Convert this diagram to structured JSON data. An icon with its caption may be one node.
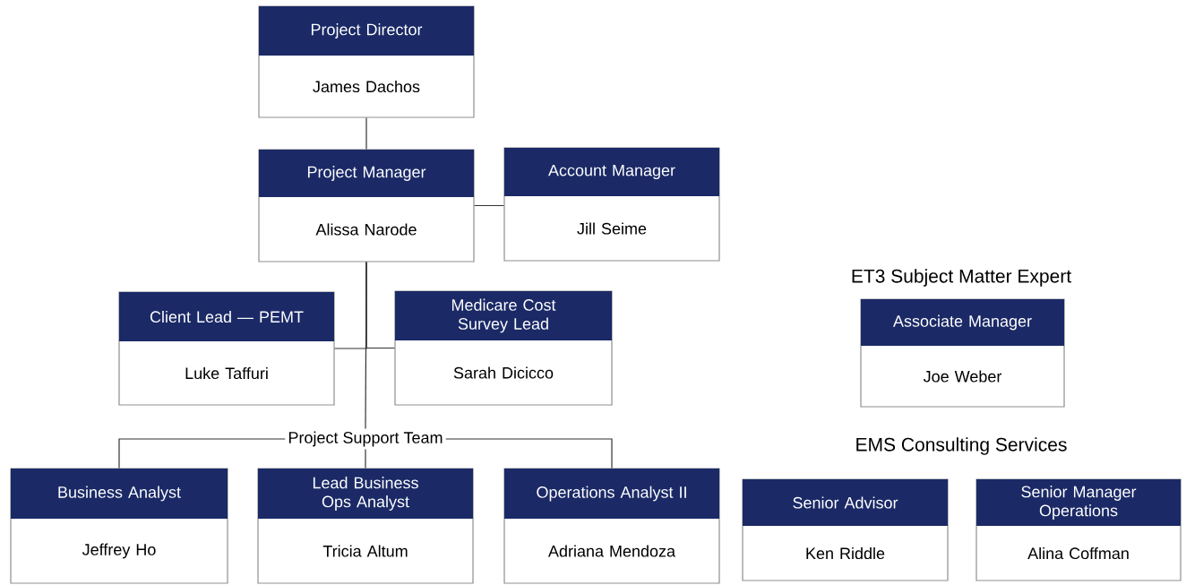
{
  "diagram": {
    "nodes": [
      {
        "text": [
          "Project Director",
          "James Dachos"
        ]
      },
      {
        "text": [
          "Project Manager",
          "Alissa Narode"
        ]
      },
      {
        "text": [
          "Account Manager",
          "Jill Seime"
        ]
      },
      {
        "text": [
          "Client Lead — PEMT",
          "Luke Taffuri"
        ]
      },
      {
        "text": [
          "Medicare Cost Survey Lead",
          "Sarah Dicicco"
        ]
      },
      {
        "text": [
          "Project Support Team"
        ]
      },
      {
        "text": [
          "Business Analyst",
          "Jeffrey Ho"
        ]
      },
      {
        "text": [
          "Lead Business Ops Analyst",
          "Tricia Altum"
        ]
      },
      {
        "text": [
          "Operations Analyst II",
          "Adriana Mendoza"
        ]
      },
      {
        "text": [
          "Associate Manager",
          "Joe Weber"
        ]
      },
      {
        "text": [
          "Senior Advisor",
          "Ken Riddle"
        ]
      },
      {
        "text": [
          "Senior Manager Operations",
          "Alina Coffman"
        ]
      }
    ],
    "edges": [
      {
        "from": 0,
        "to": 1,
        "arrow": "none"
      },
      {
        "from": 1,
        "to": 2,
        "arrow": "none"
      },
      {
        "from": 1,
        "to": 3,
        "arrow": "none"
      },
      {
        "from": 1,
        "to": 4,
        "arrow": "none"
      },
      {
        "from": 1,
        "to": 5,
        "arrow": "none"
      },
      {
        "from": 5,
        "to": 6,
        "arrow": "none"
      },
      {
        "from": 5,
        "to": 7,
        "arrow": "none"
      },
      {
        "from": 5,
        "to": 8,
        "arrow": "none"
      }
    ],
    "labels": [
      "ET3 Subject Matter Expert",
      "EMS Consulting Services"
    ]
  }
}
